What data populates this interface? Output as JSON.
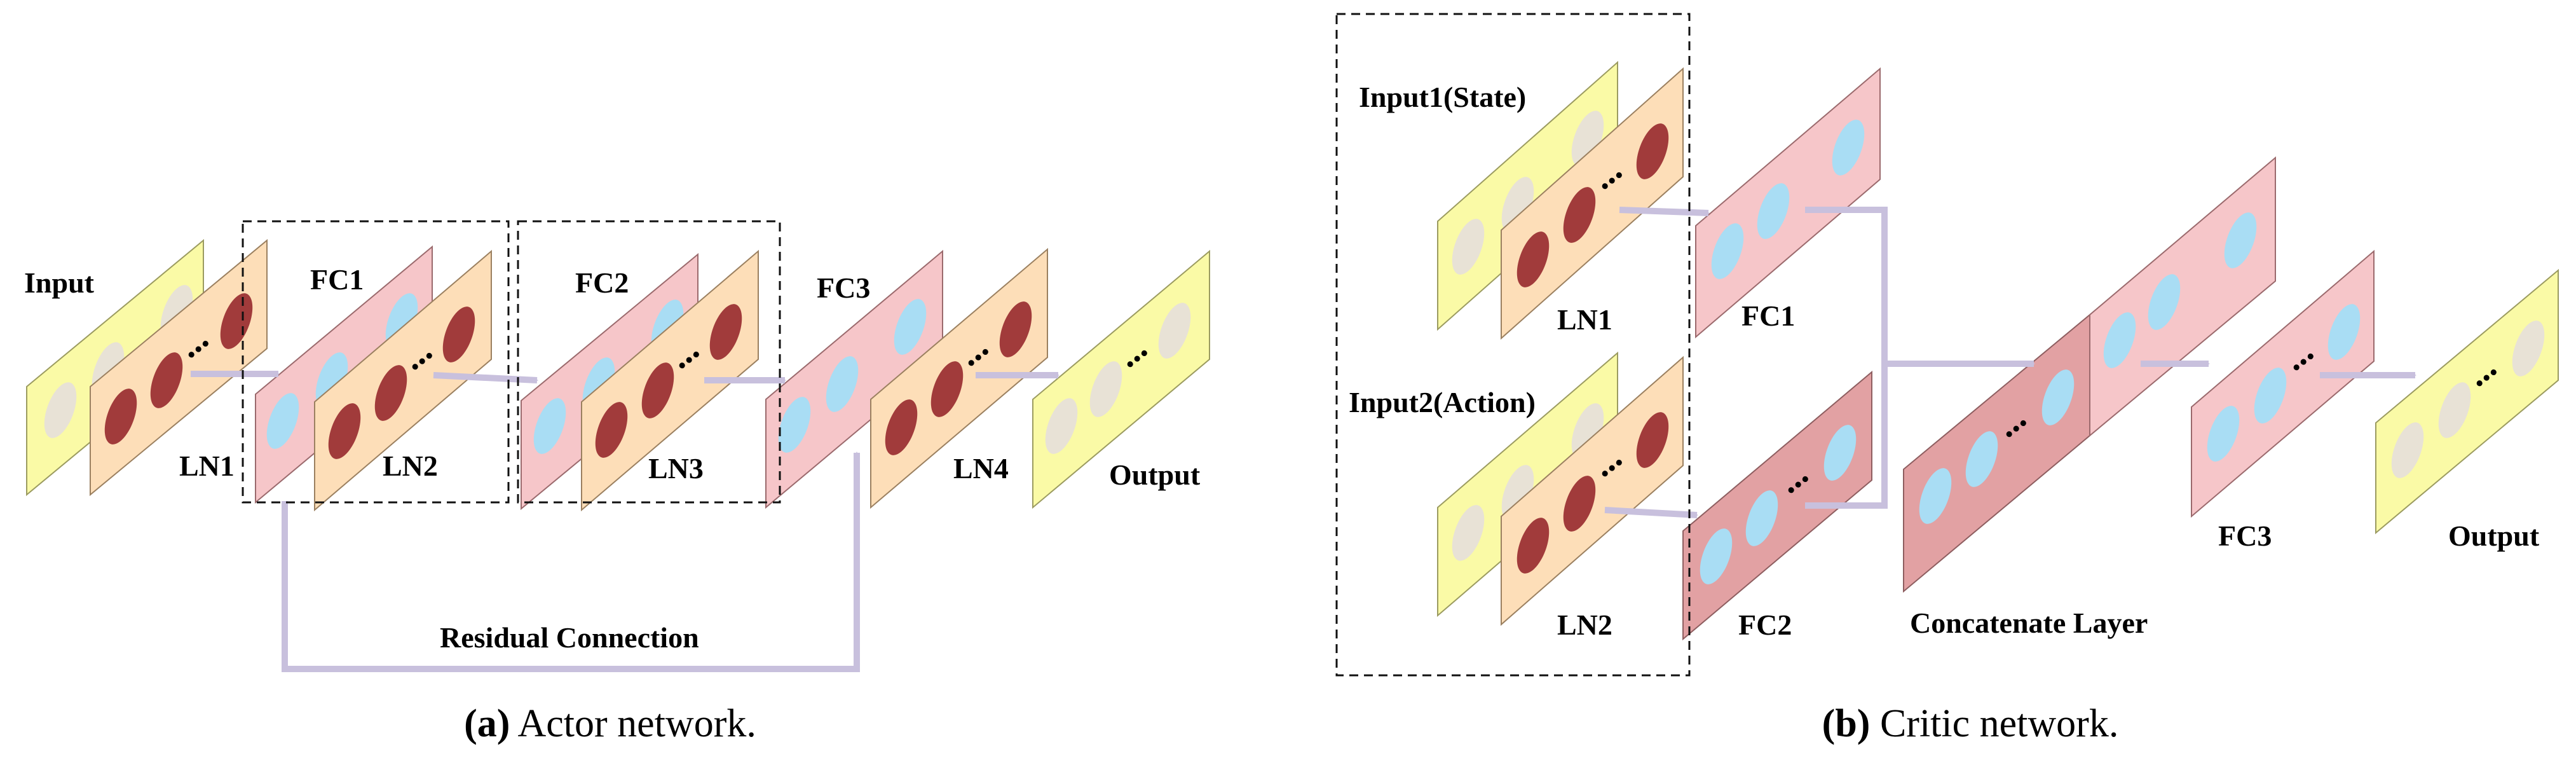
{
  "colors": {
    "yellow_panel": "#FAFAA6",
    "orange_panel": "#FDDEB8",
    "pink_panel": "#F6C6C9",
    "dark_pink_panel": "#E2A1A3",
    "red_node": "#A13B3B",
    "blue_node": "#A9DDF4",
    "gray_node": "#E8E2D6",
    "arrow": "#C8C0DD"
  },
  "actor": {
    "labels": {
      "input": "Input",
      "fc1": "FC1",
      "fc2": "FC2",
      "fc3": "FC3",
      "ln1": "LN1",
      "ln2": "LN2",
      "ln3": "LN3",
      "ln4": "LN4",
      "output": "Output",
      "residual": "Residual Connection"
    },
    "caption": {
      "letter": "(a)",
      "text": " Actor network."
    }
  },
  "critic": {
    "labels": {
      "input1": "Input1(State)",
      "input2": "Input2(Action)",
      "ln1": "LN1",
      "ln2": "LN2",
      "fc1": "FC1",
      "fc2": "FC2",
      "concat": "Concatenate Layer",
      "fc3": "FC3",
      "output": "Output"
    },
    "caption": {
      "letter": "(b)",
      "text": " Critic network."
    }
  },
  "ellipsis": "..."
}
